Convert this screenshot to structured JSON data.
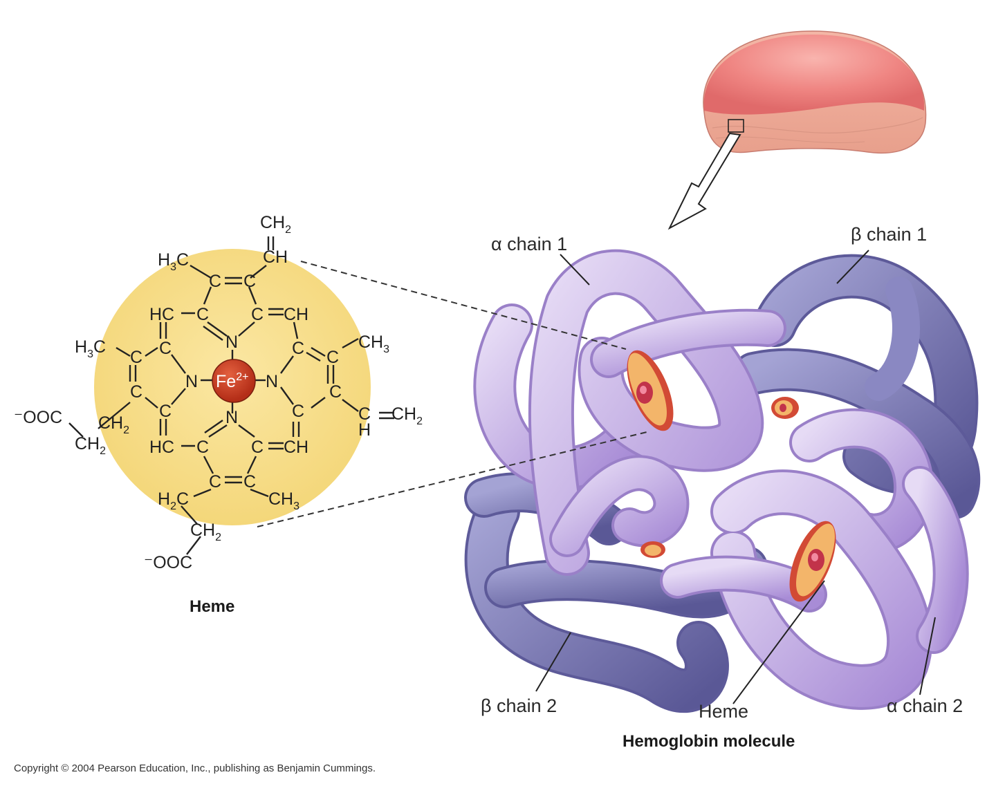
{
  "labels": {
    "alpha_chain_1": "α chain 1",
    "beta_chain_1": "β chain 1",
    "beta_chain_2": "β chain 2",
    "alpha_chain_2": "α chain 2",
    "heme_pointer": "Heme",
    "heme_title": "Heme",
    "molecule_title": "Hemoglobin molecule",
    "copyright": "Copyright © 2004 Pearson Education, Inc., publishing as Benjamin Cummings."
  },
  "heme_structure": {
    "iron": "Fe",
    "iron_charge": "2+",
    "N": "N",
    "C": "C",
    "HC": "HC",
    "CH": "CH",
    "H": "H",
    "CH2": "CH",
    "CH3": "CH",
    "H3C": "H",
    "H2C": "H",
    "sub2": "2",
    "sub3": "3",
    "COO_minus": "⁻OOC"
  },
  "colors": {
    "heme_disc": "#f7df8c",
    "iron": "#c63a1f",
    "alpha_chain": "#c9b3e6",
    "beta_chain": "#7a77b3",
    "red_cell": "#f08b8b",
    "heme_group": "#f0a85a"
  }
}
